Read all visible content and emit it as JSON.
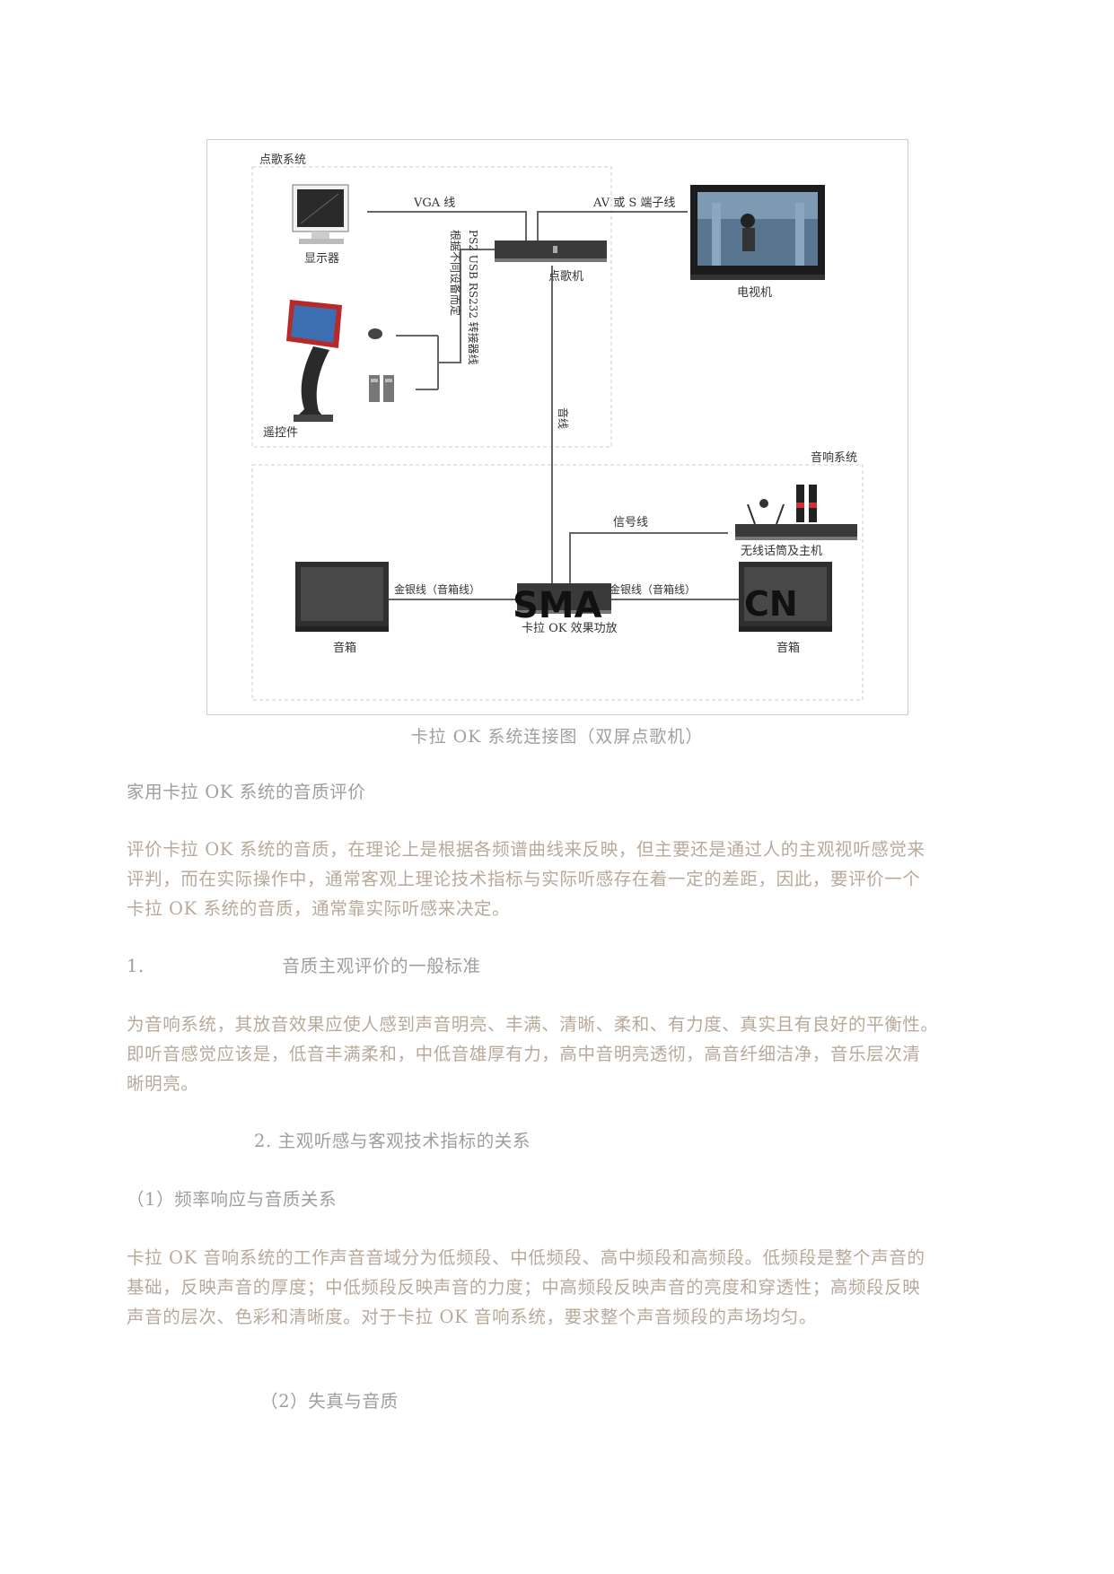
{
  "diagram": {
    "group_top_label": "点歌系统",
    "group_bottom_label": "音响系统",
    "vga_cable": "VGA 线",
    "av_cable": "AV 或 S 端子线",
    "ps2_cable": "PS2 USB RS232 转接器线",
    "ps2_cable_note": "根据不同设备而定",
    "monitor": "显示器",
    "jukebox": "点歌机",
    "tv": "电视机",
    "remote": "遥控件",
    "audio_cable": "音线",
    "signal_cable": "信号线",
    "wireless_mic": "无线话筒及主机",
    "speaker_wire_left": "金银线（音箱线）",
    "speaker_wire_right": "金银线（音箱线）",
    "amplifier": "卡拉 OK 效果功放",
    "speaker_left": "音箱",
    "speaker_right": "音箱",
    "watermark_left": "SMA",
    "watermark_right": "CN"
  },
  "caption": "卡拉 OK 系统连接图（双屏点歌机）",
  "sections": {
    "title": "家用卡拉 OK 系统的音质评价",
    "intro": [
      "评价卡拉 OK 系统的音质，在理论上是根据各频谱曲线来反映，但主要还是通过人的主观视听感觉来",
      "评判，而在实际操作中，通常客观上理论技术指标与实际听感存在着一定的差距，因此，要评价一个",
      "卡拉 OK 系统的音质，通常靠实际听感来决定。"
    ],
    "h1_num": "1.",
    "h1_text": "音质主观评价的一般标准",
    "p1": [
      "为音响系统，其放音效果应使人感到声音明亮、丰满、清晰、柔和、有力度、真实且有良好的平衡性。",
      "即听音感觉应该是，低音丰满柔和，中低音雄厚有力，高中音明亮透彻，高音纤细洁净，音乐层次清",
      "晰明亮。"
    ],
    "h2": "2.  主观听感与客观技术指标的关系",
    "h3": "（1）频率响应与音质关系",
    "p2": [
      "卡拉 OK 音响系统的工作声音音域分为低频段、中低频段、高中频段和高频段。低频段是整个声音的",
      "基础，反映声音的厚度；中低频段反映声音的力度；中高频段反映声音的亮度和穿透性；高频段反映",
      "声音的层次、色彩和清晰度。对于卡拉 OK 音响系统，要求整个声音频段的声场均匀。"
    ],
    "h4": "（2）失真与音质"
  }
}
